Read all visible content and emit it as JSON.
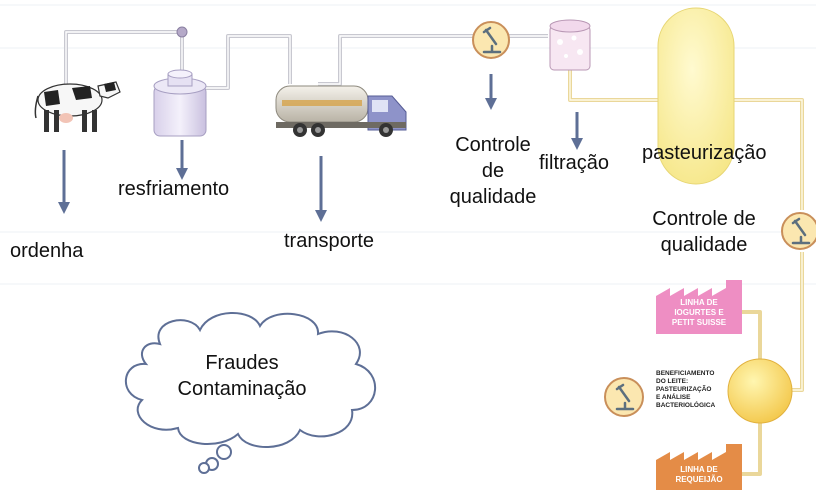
{
  "stages": {
    "ordenha": "ordenha",
    "resfriamento": "resfriamento",
    "transporte": "transporte",
    "controle1_l1": "Controle",
    "controle1_l2": "de",
    "controle1_l3": "qualidade",
    "filtracao": "filtração",
    "pasteurizacao": "pasteurização",
    "controle2_l1": "Controle de",
    "controle2_l2": "qualidade"
  },
  "cloud": {
    "line1": "Fraudes",
    "line2": "Contaminação"
  },
  "plants": {
    "top_l1": "LINHA DE",
    "top_l2": "IOGURTES E",
    "top_l3": "PETIT SUISSE",
    "bottom_l1": "LINHA DE",
    "bottom_l2": "REQUEIJÃO"
  },
  "beneficiamento": {
    "l1": "BENEFICIAMENTO",
    "l2": "DO LEITE:",
    "l3": "PASTEURIZAÇÃO",
    "l4": "E ANÁLISE",
    "l5": "BACTERIOLÓGICA"
  },
  "colors": {
    "pipe_gray": "#c8c8d0",
    "pipe_yellow": "#ead79a",
    "arrow": "#5e6f96",
    "tank_yellow": "#fbef9c",
    "plant_pink": "#ee8ec3",
    "plant_orange": "#e48c47"
  }
}
